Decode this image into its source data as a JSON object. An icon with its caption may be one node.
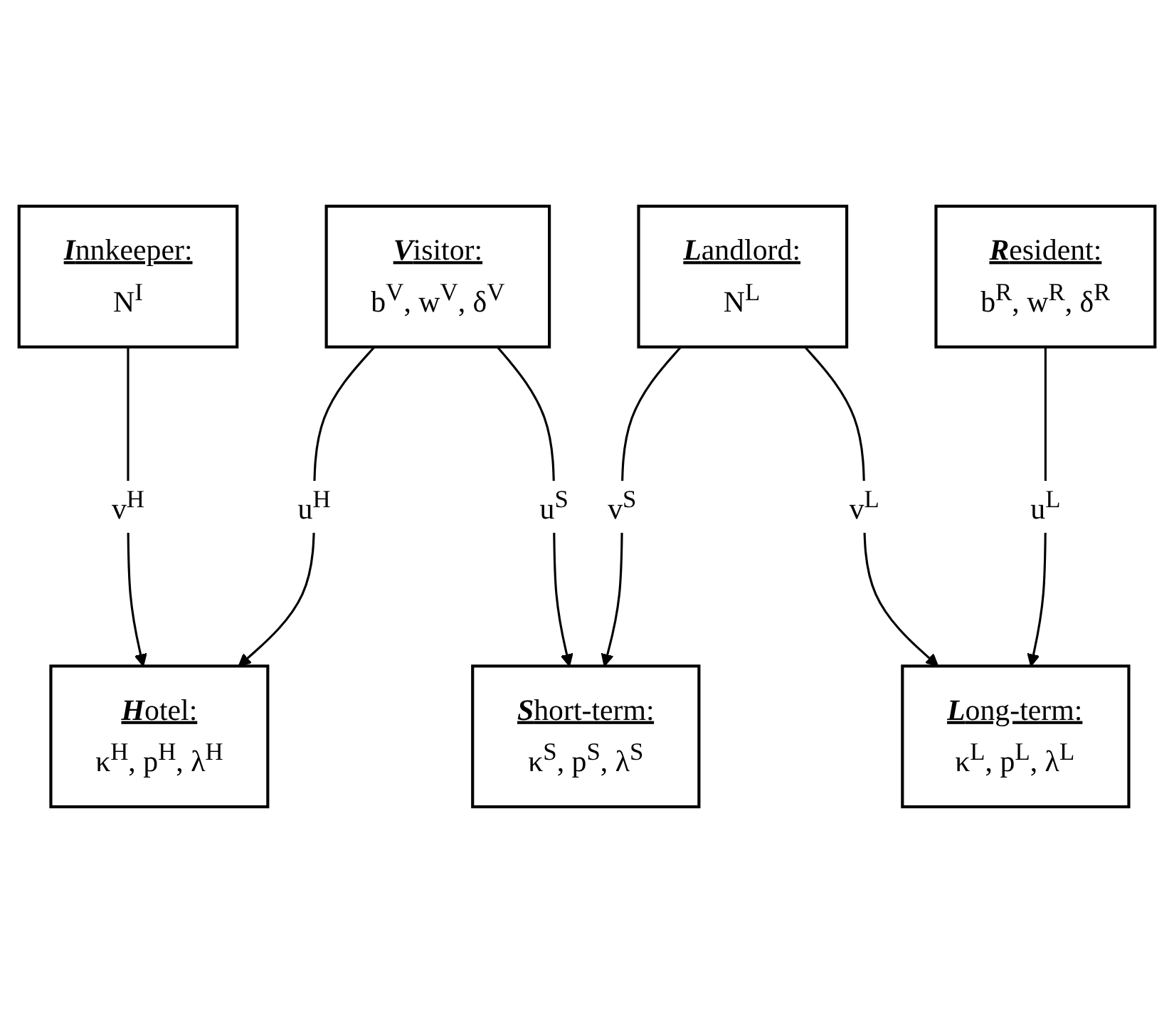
{
  "diagram": {
    "nodes": [
      {
        "text": [
          "**I**nnkeeper:",
          "N$^{I}$"
        ]
      },
      {
        "text": [
          "**L**andlord:",
          "N$^{L}$"
        ]
      },
      {
        "text": [
          "**H**otel:",
          "κ$^{H}$, p$^{H}$, λ$^{H}$"
        ]
      },
      {
        "text": [
          "**S**hort-term:",
          "κ$^{S}$, p$^{S}$, λ$^{S}$"
        ]
      },
      {
        "text": [
          "**L**ong-term:",
          "κ$^{L}$, p$^{L}$, λ$^{L}$"
        ]
      },
      {
        "text": [
          "**V**isitor:",
          "b$^{V}$, w$^{V}$, δ$^{V}$"
        ]
      },
      {
        "text": [
          "**R**esident:",
          "b$^{R}$, w$^{R}$, δ$^{R}$"
        ]
      }
    ],
    "edges": [
      {
        "from": 0,
        "to": 2,
        "arrow": "to",
        "label": "v$^{H}$"
      },
      {
        "from": 1,
        "to": 3,
        "arrow": "to",
        "label": "v$^{S}$"
      },
      {
        "from": 1,
        "to": 4,
        "arrow": "to",
        "label": "v$^{L}$"
      },
      {
        "from": 5,
        "to": 2,
        "arrow": "to",
        "label": "u$^{H}$"
      },
      {
        "from": 5,
        "to": 3,
        "arrow": "to",
        "label": "u$^{S}$"
      },
      {
        "from": 6,
        "to": 4,
        "arrow": "to",
        "label": "u$^{L}$"
      }
    ]
  }
}
